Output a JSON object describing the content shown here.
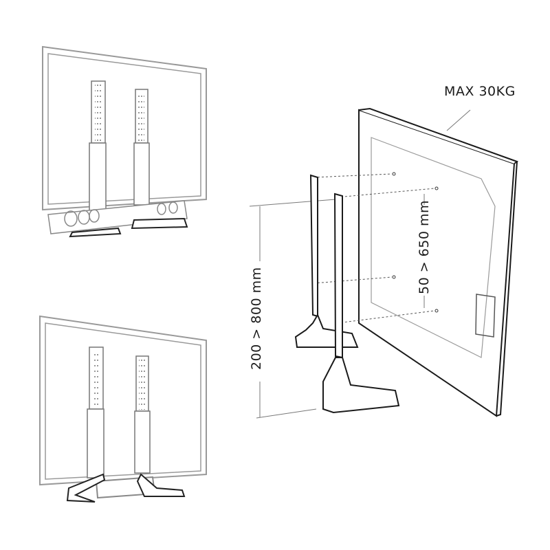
{
  "labels": {
    "max_load": "MAX 30KG",
    "height_range": "200 > 800 mm",
    "vesa_range": "50 > 650 mm"
  },
  "colors": {
    "line": "#1a1a1a",
    "gray_line": "#9a9a9a",
    "fill": "#ffffff"
  }
}
